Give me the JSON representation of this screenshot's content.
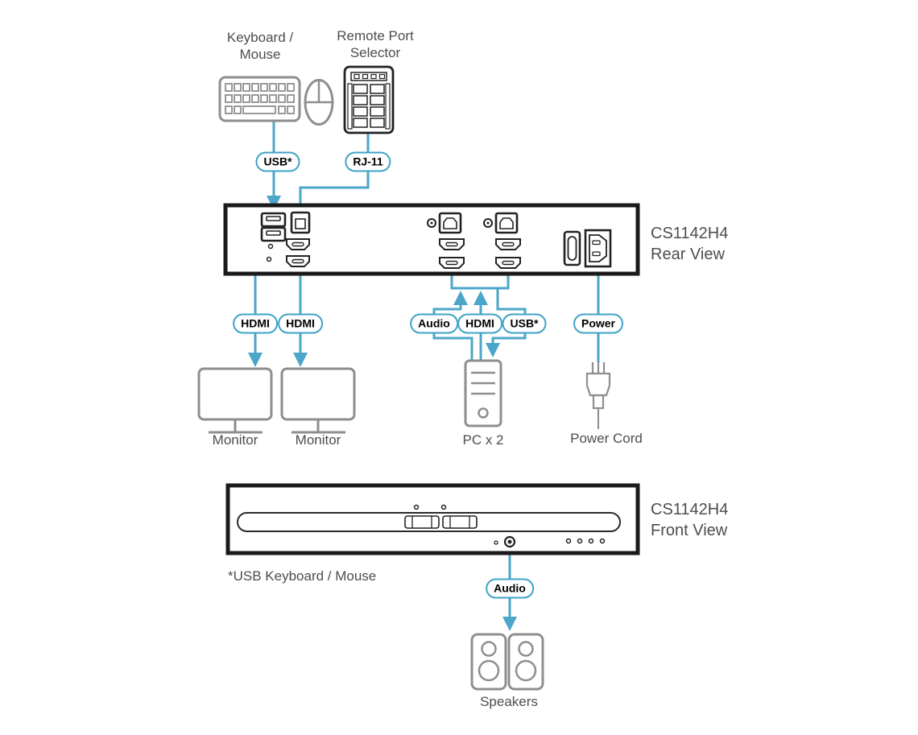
{
  "colors": {
    "line": "#4ba6c9",
    "pill_border": "#3fa3c8",
    "icon": "#8e8e8e",
    "label": "#4d4d4d",
    "panel": "#1a1a1a"
  },
  "labels": {
    "keyboard_mouse": "Keyboard /\nMouse",
    "remote_port_selector": "Remote Port\nSelector",
    "rear_view": "CS1142H4\nRear View",
    "front_view": "CS1142H4\nFront View",
    "monitor_1": "Monitor",
    "monitor_2": "Monitor",
    "pc": "PC x 2",
    "power_cord": "Power Cord",
    "speakers": "Speakers",
    "footnote": "*USB Keyboard / Mouse"
  },
  "connectors": {
    "usb_keyboard": "USB*",
    "rj11": "RJ-11",
    "hdmi_out_1": "HDMI",
    "hdmi_out_2": "HDMI",
    "audio_pc": "Audio",
    "hdmi_pc": "HDMI",
    "usb_pc": "USB*",
    "power": "Power",
    "audio_front": "Audio"
  }
}
